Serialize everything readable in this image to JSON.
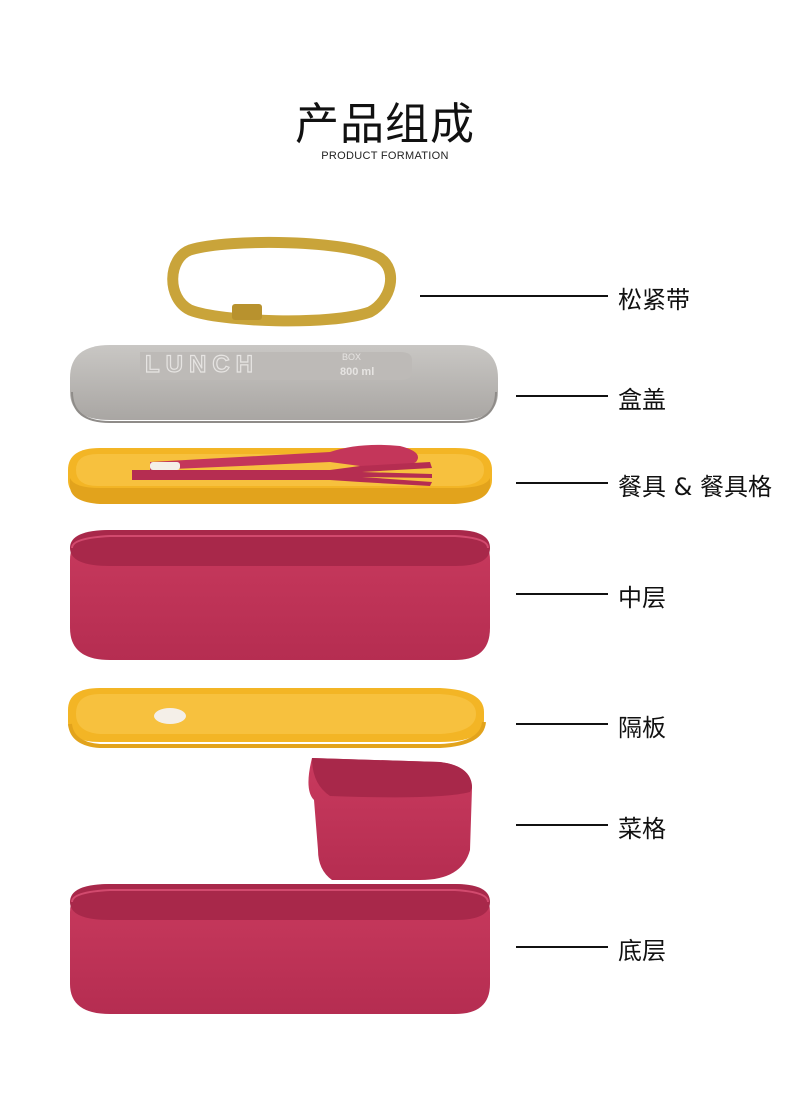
{
  "header": {
    "title": "产品组成",
    "subtitle": "PRODUCT FORMATION"
  },
  "lid_print": {
    "brand": "LUNCH",
    "small": "BOX",
    "capacity": "800 ml"
  },
  "parts": [
    {
      "id": "strap",
      "label": "松紧带"
    },
    {
      "id": "lid",
      "label": "盒盖"
    },
    {
      "id": "cutlery",
      "label": "餐具 & 餐具格"
    },
    {
      "id": "middle",
      "label": "中层"
    },
    {
      "id": "divider",
      "label": "隔板"
    },
    {
      "id": "veg",
      "label": "菜格"
    },
    {
      "id": "bottom",
      "label": "底层"
    }
  ],
  "colors": {
    "strap": "#c9a43a",
    "lid": "#b9b7b5",
    "yellow": "#f3b525",
    "red": "#c4365a",
    "red_dark": "#a8284a"
  }
}
